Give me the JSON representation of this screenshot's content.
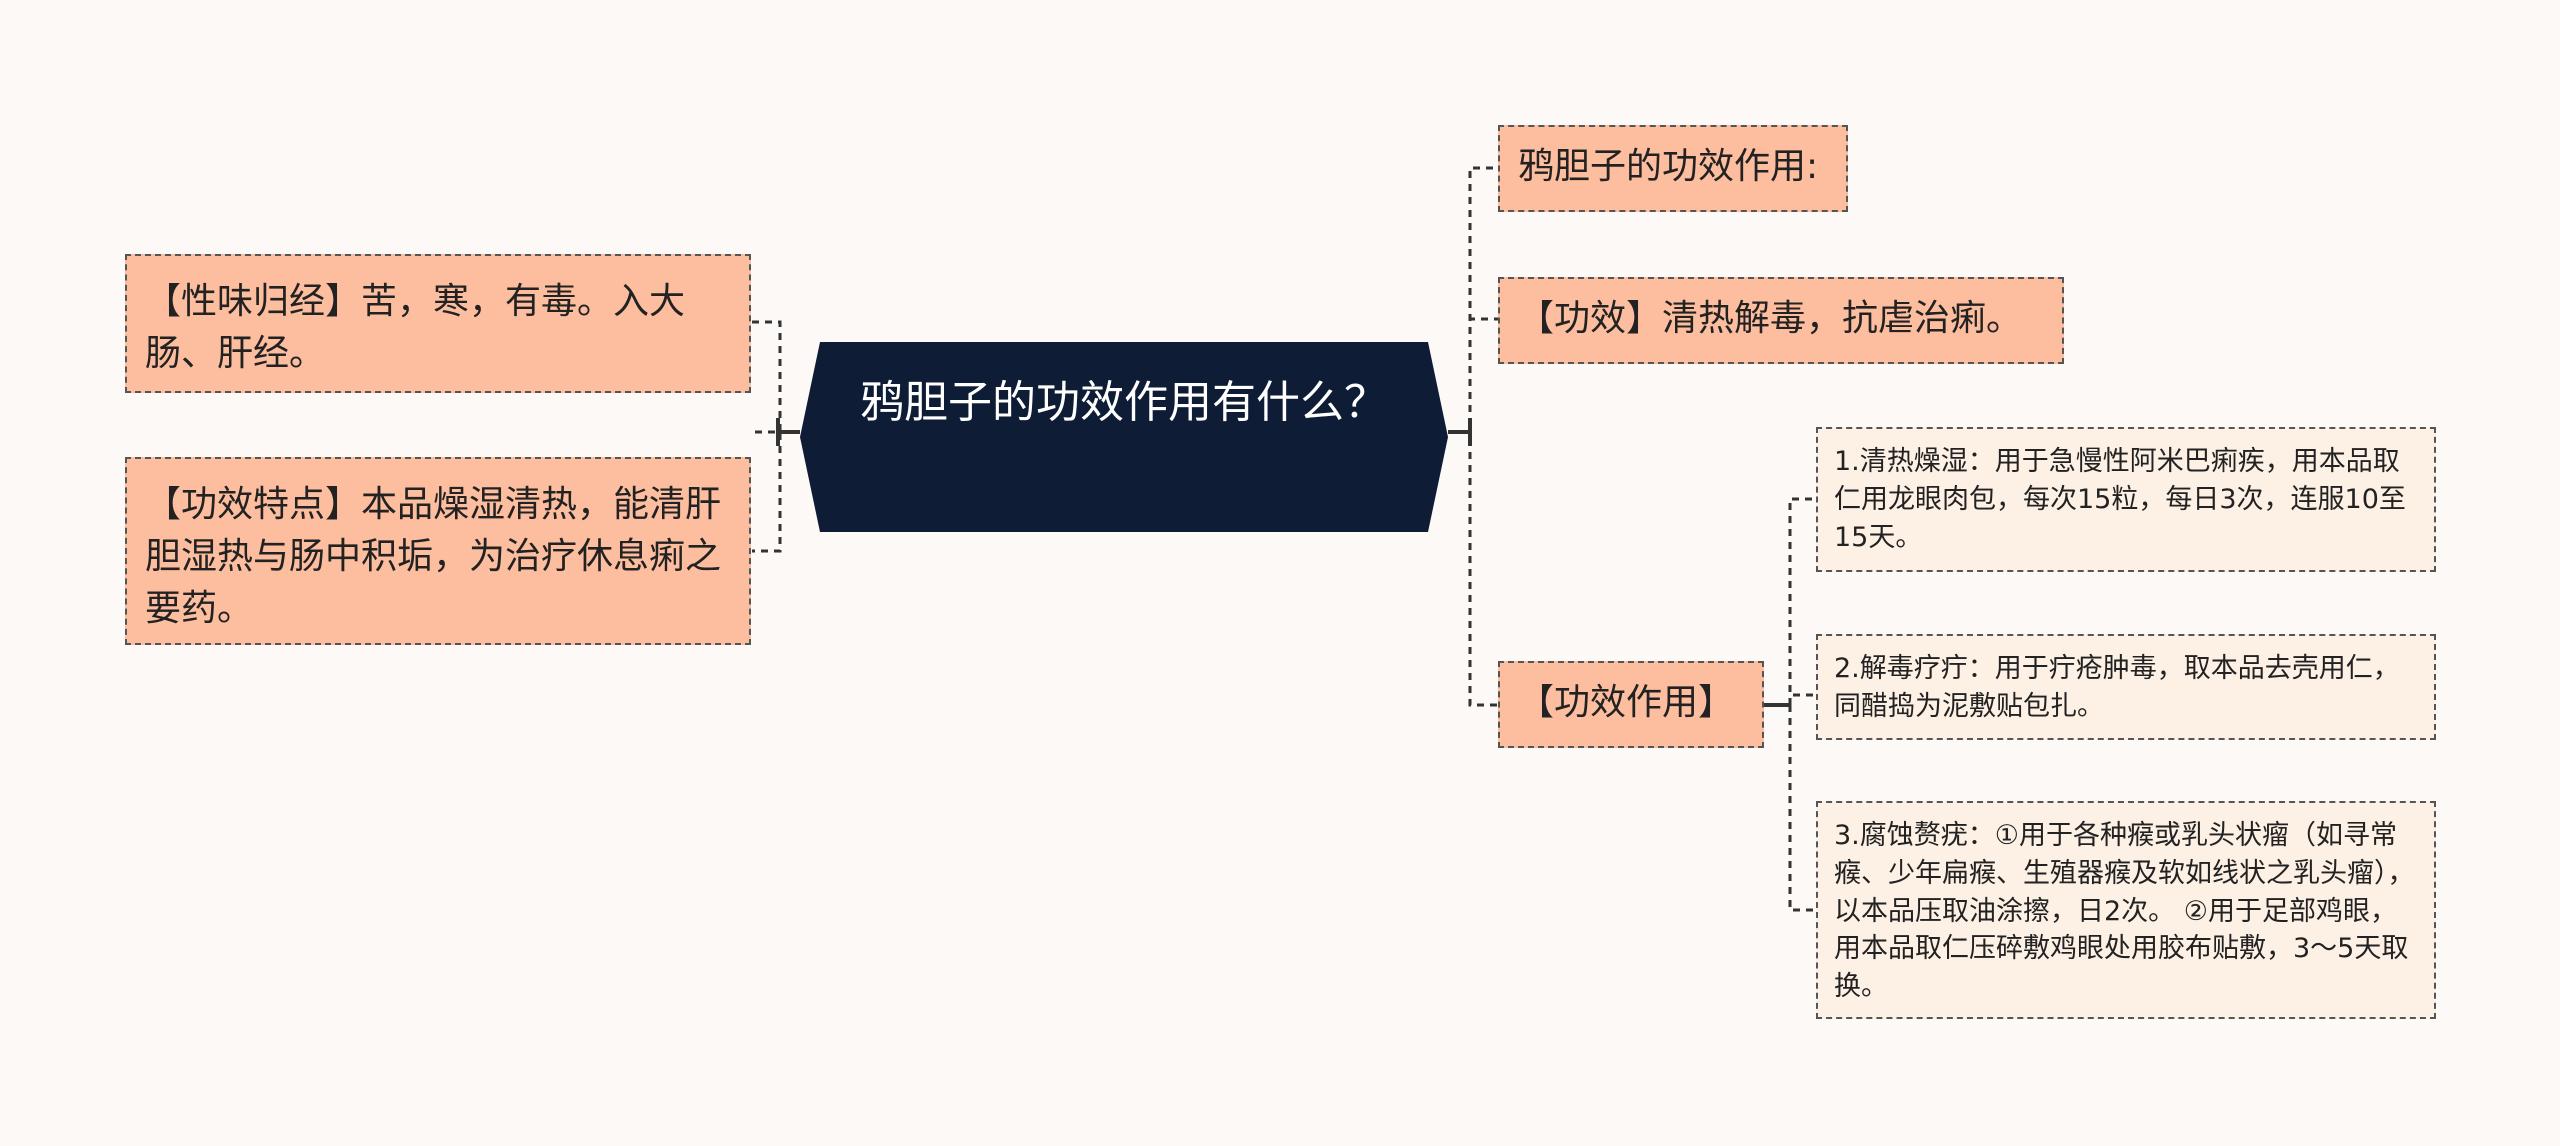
{
  "center": {
    "text": "鸦胆子的功效作用有什么？",
    "color": "#0e1c36"
  },
  "left_nodes": [
    {
      "id": "taste-meridian",
      "text": "【性味归经】苦，寒，有毒。入大肠、肝经。"
    },
    {
      "id": "efficacy-features",
      "text": "【功效特点】本品燥湿清热，能清肝胆湿热与肠中积垢，为治疗休息痢之要药。"
    }
  ],
  "right_nodes": [
    {
      "id": "efficacy-title",
      "text": "鸦胆子的功效作用:"
    },
    {
      "id": "efficacy",
      "text": "【功效】清热解毒，抗虐治痢。"
    },
    {
      "id": "efficacy-uses",
      "text": "【功效作用】"
    }
  ],
  "sub_nodes": [
    {
      "id": "use-1",
      "text": "1.清热燥湿：用于急慢性阿米巴痢疾，用本品取仁用龙眼肉包，每次15粒，每日3次，连服10至15天。"
    },
    {
      "id": "use-2",
      "text": "2.解毒疗疔：用于疔疮肿毒，取本品去壳用仁，同醋捣为泥敷贴包扎。"
    },
    {
      "id": "use-3",
      "text": "3.腐蚀赘疣：①用于各种瘊或乳头状瘤（如寻常瘊、少年扁瘊、生殖器瘊及软如线状之乳头瘤），以本品压取油涂擦，日2次。 ②用于足部鸡眼，用本品取仁压碎敷鸡眼处用胶布贴敷，3～5天取换。"
    }
  ],
  "colors": {
    "background": "#fdf9f7",
    "main_node_fill": "#fdbd9f",
    "sub_node_fill": "#fdf0e4",
    "border": "#555555",
    "connector": "#333333"
  }
}
